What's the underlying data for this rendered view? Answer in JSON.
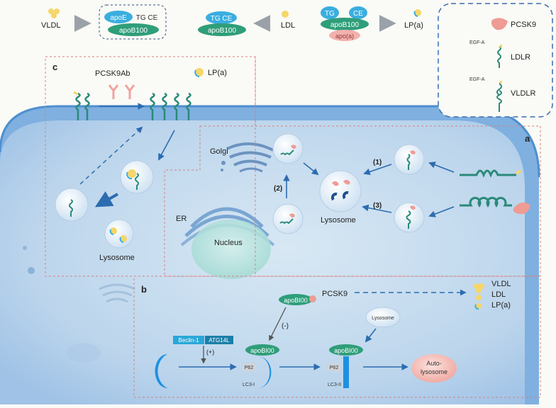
{
  "top_row": {
    "vldl_label": "VLDL",
    "box_apoe": "apoE",
    "box_tg_ce": "TG CE",
    "box_apob": "apoB100",
    "mid_tg_ce": "TG CE",
    "mid_apob": "apoB100",
    "ldl_label": "LDL",
    "lpa_tg": "TG",
    "lpa_ce": "CE",
    "lpa_apob": "apoB100",
    "lpa_apoa": "apo(a)",
    "lpa_label": "LP(a)"
  },
  "legend": {
    "pcsk9": "PCSK9",
    "ldlr": "LDLR",
    "vldlr": "VLDLR",
    "egf_a_1": "EGF-A",
    "egf_a_2": "EGF-A"
  },
  "panel_a": {
    "letter": "a",
    "golgi": "Golgi",
    "er": "ER",
    "nucleus": "Nucleus",
    "lysosome": "Lysosome",
    "step1": "(1)",
    "step2": "(2)",
    "step3": "(3)"
  },
  "panel_b": {
    "letter": "b",
    "apob_free": "apoBI00",
    "pcsk9": "PCSK9",
    "inhibit": "(-)",
    "lysosome_small": "Lysosome",
    "beclin": "Beclin-1",
    "atg": "ATG14L",
    "promote": "(+)",
    "apob_1": "apoBI00",
    "apob_2": "apoBI00",
    "p62_1": "P62",
    "p62_2": "P62",
    "lc3_1": "LC3-I",
    "lc3_2": "LC3-II",
    "autolysosome_1": "Auto-",
    "autolysosome_2": "lysosome",
    "out_vldl": "VLDL",
    "out_ldl": "LDL",
    "out_lpa": "LP(a)"
  },
  "panel_c": {
    "letter": "c",
    "antibody": "PCSK9Ab",
    "lpa": "LP(a)",
    "lysosome": "Lysosome"
  },
  "colors": {
    "cell_fill": "#c9def0",
    "cell_edge": "#5c9bd6",
    "apob": "#2f9e7a",
    "apoe": "#3aaee0",
    "apoa": "#f3b1ad",
    "pcsk9": "#ee9c94",
    "receptor": "#2a8a7a",
    "arrow": "#2c6cb0",
    "lipid": "#f5d66a"
  }
}
